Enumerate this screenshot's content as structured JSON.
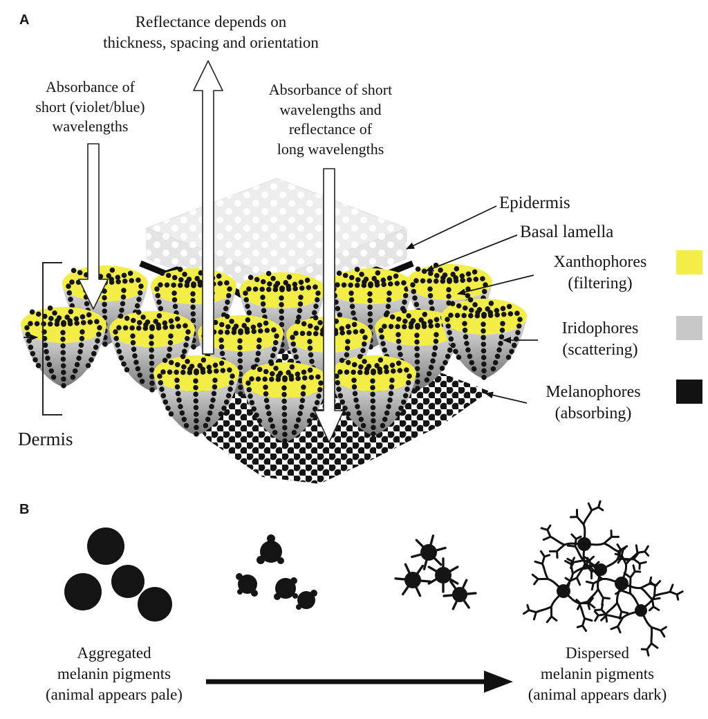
{
  "figure": {
    "panel_a_label": "A",
    "panel_b_label": "B"
  },
  "panel_a": {
    "reflectance_note": "Reflectance depends on\nthickness, spacing and orientation",
    "absorbance_short_note": "Absorbance of\nshort (violet/blue)\nwavelengths",
    "absorbance_long_note": "Absorbance of short\nwavelengths and\nreflectance of\nlong wavelengths",
    "labels": {
      "epidermis": "Epidermis",
      "basal_lamella": "Basal lamella",
      "xanthophores": "Xanthophores\n(filtering)",
      "iridophores": "Iridophores\n(scattering)",
      "melanophores": "Melanophores\n(absorbing)",
      "dermis": "Dermis"
    },
    "colors": {
      "xanthophore_yellow": "#f2ee47",
      "iridophore_gray": "#c8c8c8",
      "melanophore_black": "#121212"
    }
  },
  "panel_b": {
    "aggregated_caption": "Aggregated\nmelanin pigments\n(animal appears pale)",
    "dispersed_caption": "Dispersed\nmelanin pigments\n(animal appears dark)"
  }
}
